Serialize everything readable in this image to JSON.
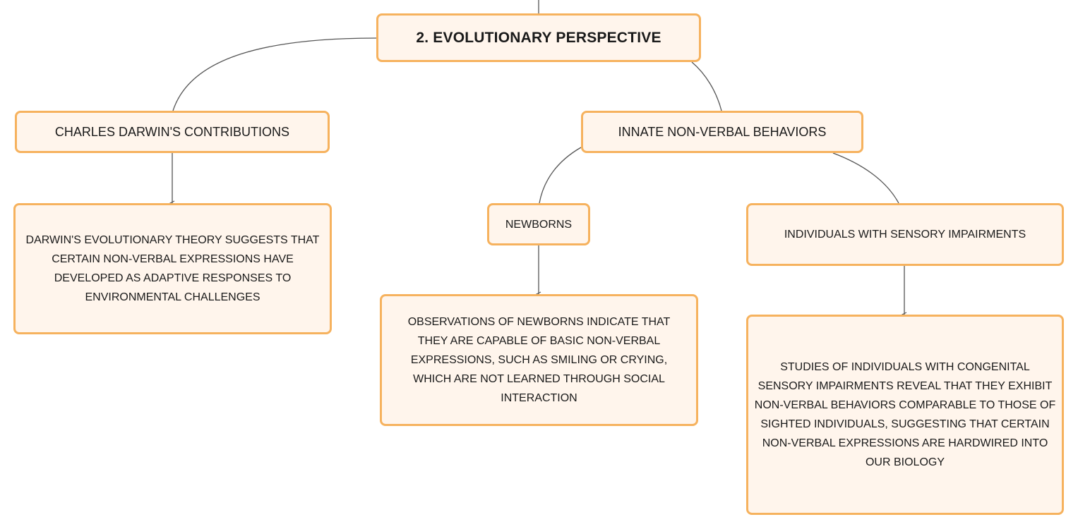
{
  "diagram": {
    "root": {
      "label": "2. EVOLUTIONARY PERSPECTIVE"
    },
    "branches": [
      {
        "label": "CHARLES DARWIN'S CONTRIBUTIONS",
        "details": [
          {
            "label": "DARWIN'S EVOLUTIONARY THEORY SUGGESTS THAT CERTAIN NON-VERBAL EXPRESSIONS HAVE DEVELOPED AS ADAPTIVE RESPONSES TO ENVIRONMENTAL CHALLENGES"
          }
        ]
      },
      {
        "label": "INNATE NON-VERBAL BEHAVIORS",
        "children": [
          {
            "label": "NEWBORNS",
            "details": [
              {
                "label": "OBSERVATIONS OF NEWBORNS INDICATE THAT THEY ARE CAPABLE OF BASIC NON-VERBAL EXPRESSIONS, SUCH AS SMILING OR CRYING, WHICH ARE NOT LEARNED THROUGH SOCIAL INTERACTION"
              }
            ]
          },
          {
            "label": "INDIVIDUALS WITH SENSORY IMPAIRMENTS",
            "details": [
              {
                "label": "STUDIES OF INDIVIDUALS WITH CONGENITAL SENSORY IMPAIRMENTS REVEAL THAT THEY EXHIBIT NON-VERBAL BEHAVIORS COMPARABLE TO THOSE OF SIGHTED INDIVIDUALS, SUGGESTING THAT CERTAIN NON-VERBAL EXPRESSIONS ARE HARDWIRED INTO OUR BIOLOGY"
              }
            ]
          }
        ]
      }
    ]
  },
  "colors": {
    "node_fill": "#fff5ec",
    "node_border": "#f6b25e",
    "connector": "#555555",
    "text": "#1a1a1a"
  }
}
